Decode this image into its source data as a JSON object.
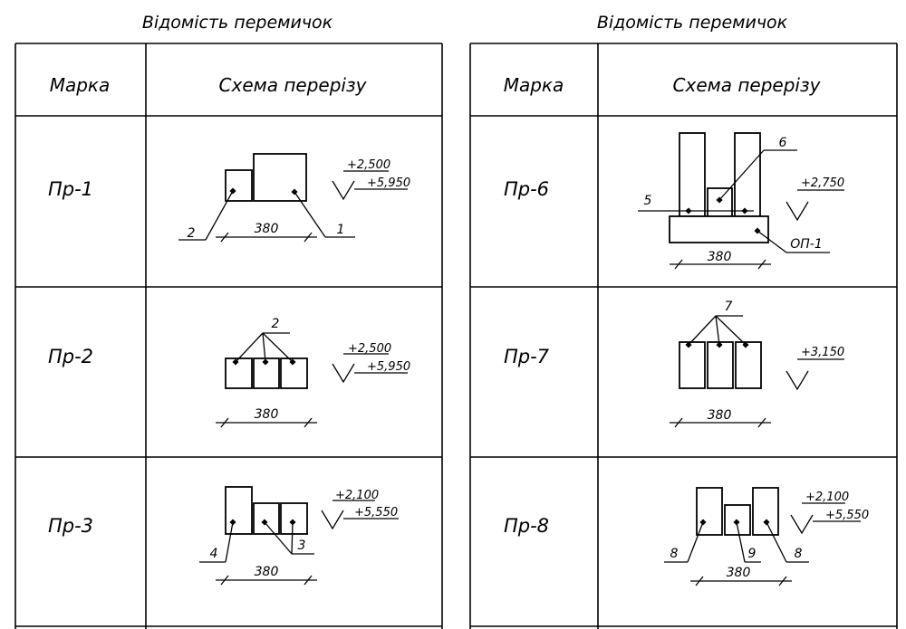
{
  "left_sheet": {
    "title": "Відомість перемичок",
    "header": {
      "mark": "Марка",
      "scheme": "Схема перерізу"
    },
    "rows": [
      {
        "mark": "Пр-1",
        "dimension": "380",
        "level_top": "+2,500",
        "level_bottom": "+5,950",
        "callouts": [
          "2",
          "1"
        ]
      },
      {
        "mark": "Пр-2",
        "dimension": "380",
        "level_top": "+2,500",
        "level_bottom": "+5,950",
        "callouts": [
          "2"
        ]
      },
      {
        "mark": "Пр-3",
        "dimension": "380",
        "level_top": "+2,100",
        "level_bottom": "+5,550",
        "callouts": [
          "4",
          "3"
        ]
      }
    ]
  },
  "right_sheet": {
    "title": "Відомість перемичок",
    "header": {
      "mark": "Марка",
      "scheme": "Схема перерізу"
    },
    "rows": [
      {
        "mark": "Пр-6",
        "dimension": "380",
        "level_top": "+2,750",
        "callouts": [
          "6",
          "5",
          "ОП-1"
        ]
      },
      {
        "mark": "Пр-7",
        "dimension": "380",
        "level_top": "+3,150",
        "callouts": [
          "7"
        ]
      },
      {
        "mark": "Пр-8",
        "dimension": "380",
        "level_top": "+2,100",
        "level_bottom": "+5,550",
        "callouts": [
          "8",
          "9",
          "8"
        ]
      }
    ]
  }
}
